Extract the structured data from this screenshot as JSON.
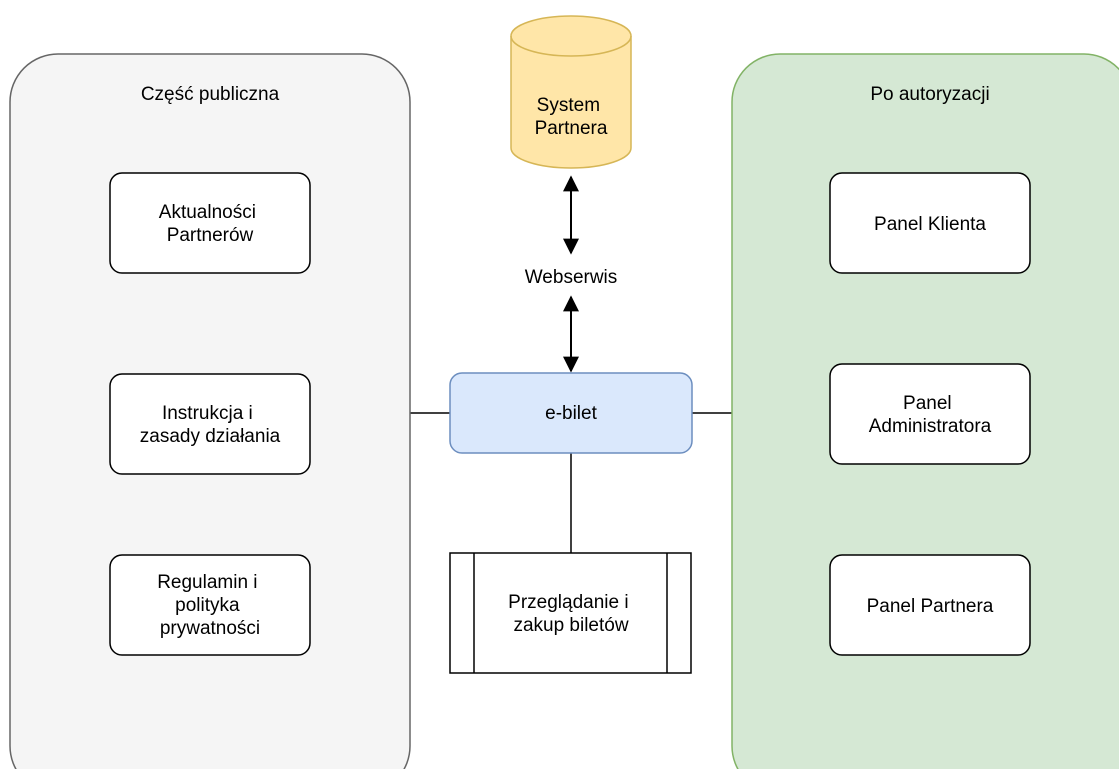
{
  "colors": {
    "public_fill": "#f5f5f5",
    "public_stroke": "#666666",
    "auth_fill": "#d5e8d4",
    "auth_stroke": "#82b366",
    "db_fill": "#ffe6a8",
    "db_stroke": "#d6b656",
    "core_fill": "#dae8fc",
    "core_stroke": "#6c8ebf",
    "box_fill": "#ffffff",
    "box_stroke": "#000000",
    "line": "#000000"
  },
  "containers": {
    "public": {
      "title": "Część publiczna"
    },
    "authorized": {
      "title": "Po autoryzacji"
    }
  },
  "public_items": [
    {
      "lines": [
        "Aktualności",
        "Partnerów"
      ]
    },
    {
      "lines": [
        "Instrukcja i",
        "zasady działania"
      ]
    },
    {
      "lines": [
        "Regulamin i",
        "polityka",
        "prywatności"
      ]
    }
  ],
  "auth_items": [
    {
      "lines": [
        "Panel Klienta"
      ]
    },
    {
      "lines": [
        "Panel",
        "Administratora"
      ]
    },
    {
      "lines": [
        "Panel Partnera"
      ]
    }
  ],
  "database": {
    "lines": [
      "System",
      "Partnera"
    ]
  },
  "webservice": {
    "label": "Webserwis"
  },
  "core": {
    "label": "e-bilet"
  },
  "process": {
    "lines": [
      "Przeglądanie i",
      "zakup biletów"
    ]
  }
}
